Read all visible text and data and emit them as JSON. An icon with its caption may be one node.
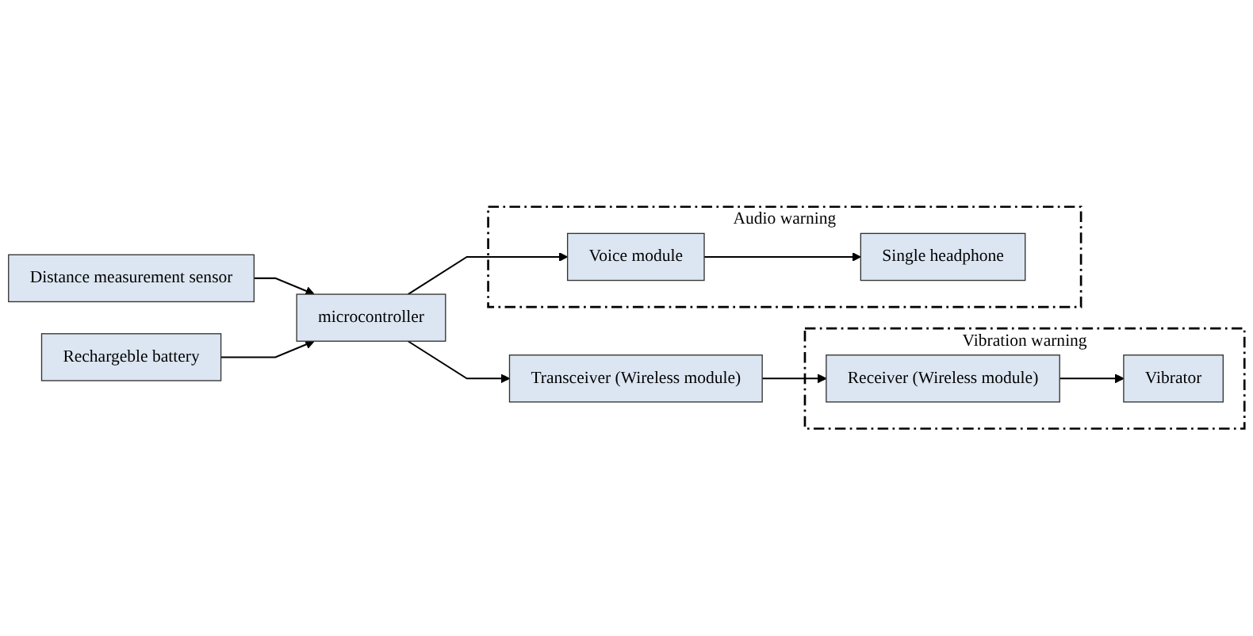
{
  "diagram": {
    "nodes": [
      {
        "text": [
          "Distance measurement sensor"
        ]
      },
      {
        "text": [
          "microcontroller"
        ]
      },
      {
        "text": [
          "Transceiver (Wireless module)"
        ]
      },
      {
        "text": [
          "Rechargeble battery"
        ]
      },
      {
        "text": [
          "Vibration warning"
        ]
      },
      {
        "text": [
          "Receiver (Wireless module)"
        ],
        "in": 4
      },
      {
        "text": [
          "Vibrator"
        ],
        "in": 4
      },
      {
        "text": [
          "Audio warning"
        ]
      },
      {
        "text": [
          "Voice module"
        ],
        "in": 7
      },
      {
        "text": [
          "Single headphone"
        ],
        "in": 7
      }
    ],
    "edges": [
      {
        "from": 0,
        "to": 1,
        "arrow": "to"
      },
      {
        "from": 1,
        "to": 2,
        "arrow": "to"
      },
      {
        "from": 3,
        "to": 1,
        "arrow": "to"
      },
      {
        "from": 2,
        "to": 5,
        "arrow": "to"
      },
      {
        "from": 5,
        "to": 6,
        "arrow": "to"
      },
      {
        "from": 1,
        "to": 8,
        "arrow": "to"
      },
      {
        "from": 8,
        "to": 9,
        "arrow": "to"
      }
    ]
  }
}
